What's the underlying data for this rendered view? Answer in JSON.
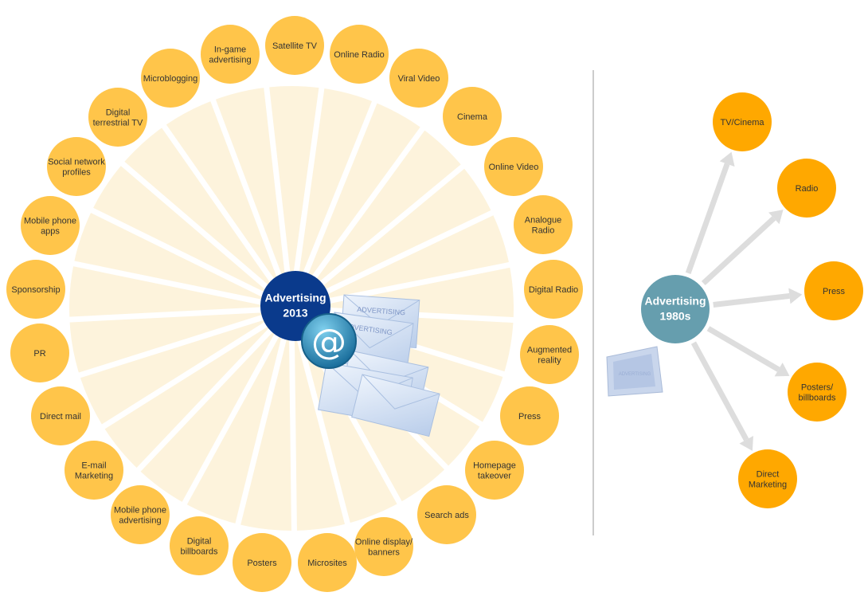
{
  "left": {
    "hub": {
      "lines": [
        "Advertising",
        "2013"
      ],
      "color": "#0a3a8c"
    },
    "node_color": "#ffc54a",
    "wheel_color": "#fdf3dc",
    "nodes": [
      [
        "Satellite TV"
      ],
      [
        "Online Radio"
      ],
      [
        "Viral Video"
      ],
      [
        "Cinema"
      ],
      [
        "Online Video"
      ],
      [
        "Analogue",
        "Radio"
      ],
      [
        "Digital Radio"
      ],
      [
        "Augmented",
        "reality"
      ],
      [
        "Press"
      ],
      [
        "Homepage",
        "takeover"
      ],
      [
        "Search ads"
      ],
      [
        "Online display/",
        "banners"
      ],
      [
        "Microsites"
      ],
      [
        "Posters"
      ],
      [
        "Digital",
        "billboards"
      ],
      [
        "Mobile phone",
        "advertising"
      ],
      [
        "E-mail",
        "Marketing"
      ],
      [
        "Direct mail"
      ],
      [
        "PR"
      ],
      [
        "Sponsorship"
      ],
      [
        "Mobile phone",
        "apps"
      ],
      [
        "Social network",
        "profiles"
      ],
      [
        "Digital",
        "terrestrial TV"
      ],
      [
        "Microblogging"
      ],
      [
        "In-game",
        "advertising"
      ]
    ],
    "envelope_text": "ADVERTISING",
    "at_symbol": "@"
  },
  "right": {
    "hub": {
      "lines": [
        "Advertising",
        "1980s"
      ],
      "color": "#669eae"
    },
    "node_color": "#ffa800",
    "arrow_color": "#dddddd",
    "nodes": [
      [
        "TV/Cinema"
      ],
      [
        "Radio"
      ],
      [
        "Press"
      ],
      [
        "Posters/",
        "billboards"
      ],
      [
        "Direct",
        "Marketing"
      ]
    ],
    "tv_text": "ADVERTISING"
  }
}
